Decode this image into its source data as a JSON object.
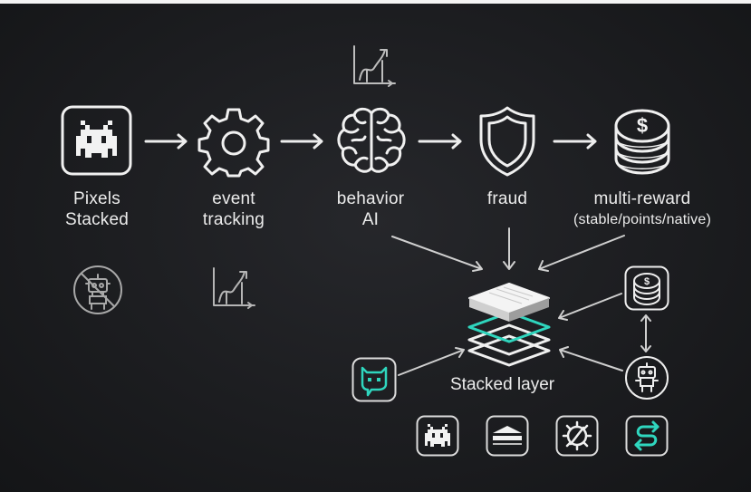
{
  "pipeline": [
    {
      "id": "pixels",
      "line1": "Pixels",
      "line2": "Stacked",
      "icon": "space-invader-icon"
    },
    {
      "id": "event",
      "line1": "event",
      "line2": "tracking",
      "icon": "gear-icon"
    },
    {
      "id": "behavior",
      "line1": "behavior",
      "line2": "AI",
      "icon": "brain-icon"
    },
    {
      "id": "fraud",
      "line1": "fraud",
      "line2": "",
      "icon": "shield-icon"
    },
    {
      "id": "reward",
      "line1": "multi-reward",
      "line2": "(stable/points/native)",
      "icon": "coin-stack-icon"
    }
  ],
  "extra_icons": [
    "growth-chart-icon",
    "no-bot-icon",
    "growth-chart-icon"
  ],
  "layer": {
    "label": "Stacked layer",
    "side_icons": [
      "coins-badge-icon",
      "robot-badge-icon",
      "chat-bot-icon"
    ],
    "bottom_icons": [
      "space-invader-icon",
      "stack-bar-icon",
      "gear-slash-icon",
      "teal-arrows-icon"
    ]
  },
  "colors": {
    "accent": "#2fd6be",
    "stroke": "#eeeeee",
    "background": "#1c1d20"
  }
}
